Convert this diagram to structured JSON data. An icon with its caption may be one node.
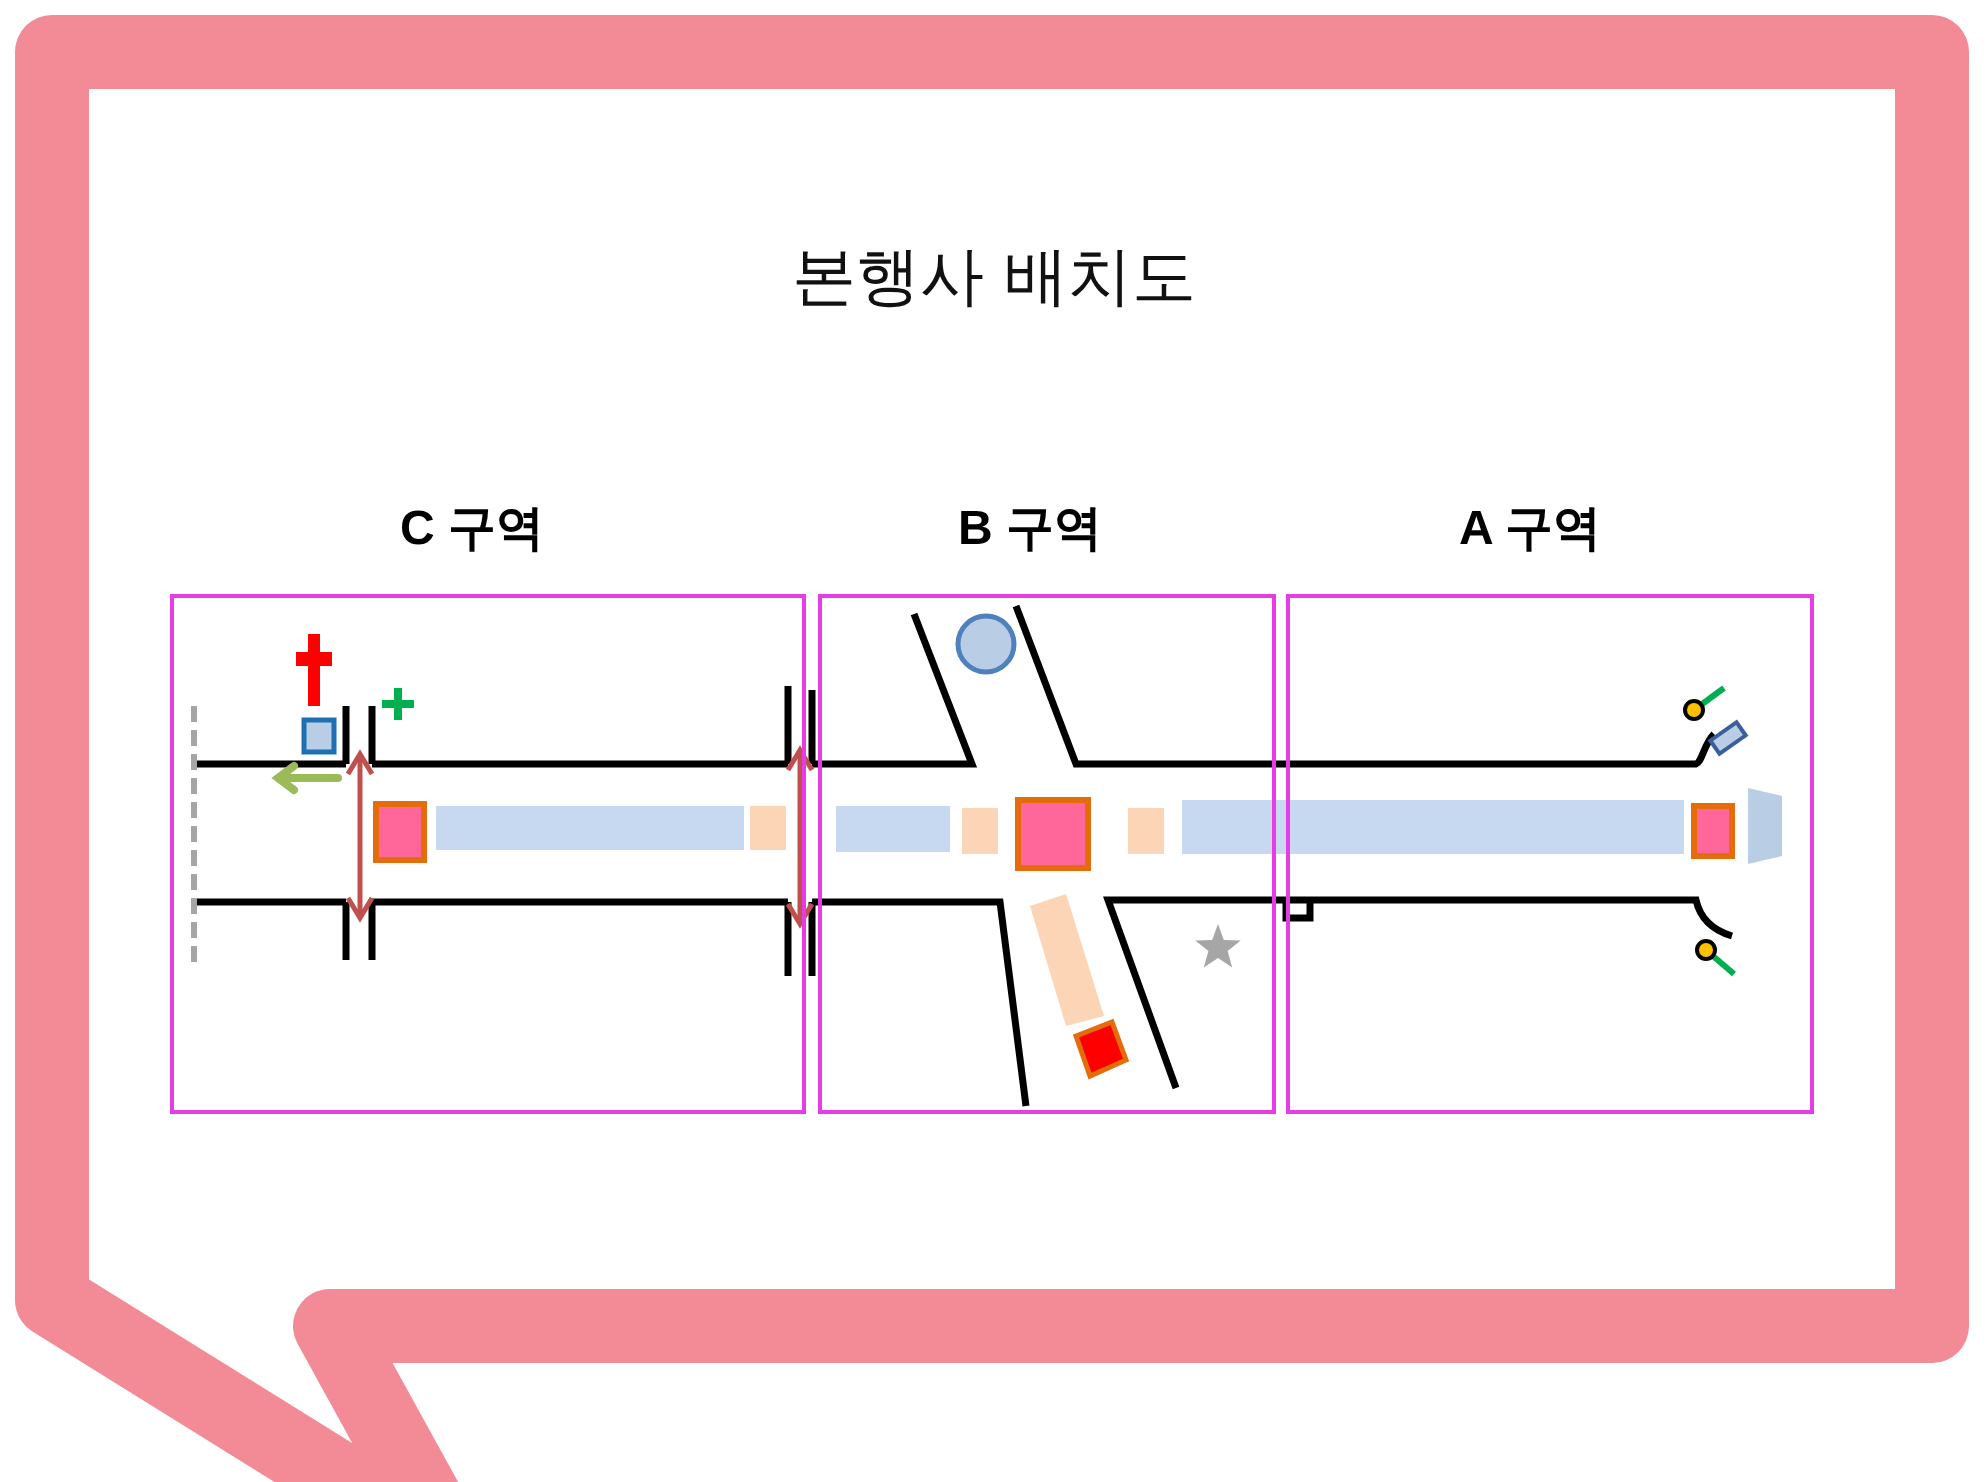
{
  "diagram": {
    "title": "본행사 배치도",
    "nodes": [
      {
        "text": [
          "C 구역"
        ]
      },
      {
        "text": [
          "B 구역"
        ]
      },
      {
        "text": [
          "A 구역"
        ]
      }
    ]
  }
}
